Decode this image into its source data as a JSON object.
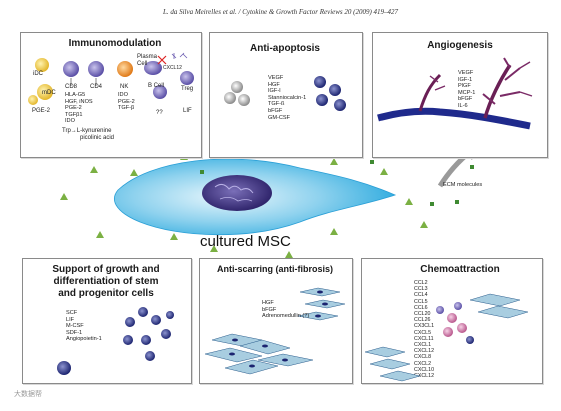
{
  "header": "L. da Silva Meirelles et al. / Cytokine & Growth Factor Reviews 20 (2009) 419–427",
  "center_label": "cultured MSC",
  "ecm_label": "ECM molecules",
  "watermark": "大数据帮",
  "panels": {
    "immuno": {
      "title": "Immunomodulation",
      "cells": {
        "idc": "iDC",
        "mdc": "mDC",
        "pge2_left": "PGE-2",
        "cd8": "CD8",
        "cd4": "CD4",
        "nk": "NK",
        "plasma": "Plasma\nCell",
        "cxcl12": "CXCL12",
        "bcell": "B Cell",
        "treg": "Treg",
        "q": "??",
        "lif": "LIF"
      },
      "factors_left": [
        "HLA-G5",
        "HGF, iNOS",
        "PGE-2",
        "TGFβ1",
        "IDO"
      ],
      "factors_nk": [
        "IDO",
        "PGE-2",
        "TGF-β"
      ],
      "kynurenine": "Trp→L-kynurenine",
      "picolinic": "picolinic acid"
    },
    "antiapoptosis": {
      "title": "Anti-apoptosis",
      "factors": [
        "VEGF",
        "HGF",
        "IGF-I",
        "Stanniocalcin-1",
        "TGF-ß",
        "bFGF",
        "GM-CSF"
      ]
    },
    "angiogenesis": {
      "title": "Angiogenesis",
      "factors": [
        "VEGF",
        "IGF-1",
        "PlGF",
        "MCP-1",
        "bFGF",
        "IL-6"
      ]
    },
    "support": {
      "title": [
        "Support of growth and",
        "differentiation of stem",
        "and progenitor cells"
      ],
      "factors": [
        "SCF",
        "LIF",
        "M-CSF",
        "SDF-1",
        "Angiopoietin-1"
      ]
    },
    "antiscarring": {
      "title": "Anti-scarring (anti-fibrosis)",
      "factors": [
        "HGF",
        "bFGF",
        "Adrenomedullin (?)"
      ]
    },
    "chemo": {
      "title": "Chemoattraction",
      "factors": [
        "CCL2",
        "CCL3",
        "CCL4",
        "CCL5",
        "CCL6",
        "CCL20",
        "CCL26",
        "CX3CL1",
        "CXCL5",
        "CXCL11",
        "CXCL1",
        "CXCL12",
        "CXCL8",
        "CXCL2",
        "CXCL10",
        "CXCL12"
      ]
    }
  }
}
